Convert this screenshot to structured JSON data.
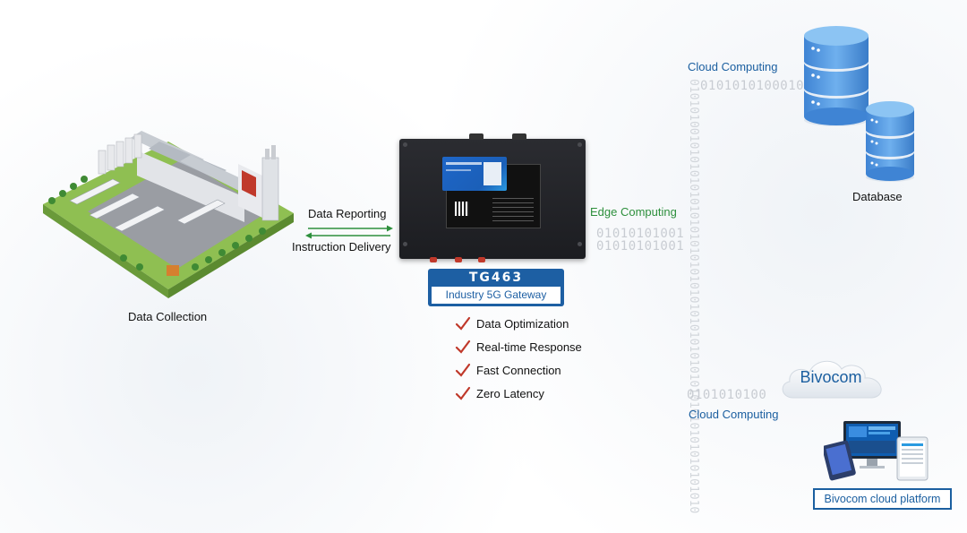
{
  "factory": {
    "caption": "Data Collection",
    "icon": "factory-icon"
  },
  "links": {
    "data_reporting": "Data Reporting",
    "instruction_delivery": "Instruction Delivery"
  },
  "gateway": {
    "model": "TG463",
    "subtitle": "Industry 5G Gateway",
    "features": [
      "Data Optimization",
      "Real-time Response",
      "Fast Connection",
      "Zero Latency"
    ]
  },
  "edge": {
    "label": "Edge Computing",
    "binary_1": "01010101001",
    "binary_2": "01010101001"
  },
  "cloud_top": {
    "label": "Cloud Computing",
    "binary_h": "0101010100010",
    "binary_v": "01010100101010101010101010101010101010101010101010101010101010"
  },
  "database": {
    "label": "Database"
  },
  "cloud_bottom": {
    "label": "Cloud Computing",
    "binary_h": "0101010100",
    "brand": "Bivocom"
  },
  "platform": {
    "label": "Bivocom cloud platform"
  },
  "colors": {
    "accent_blue": "#1d5fa3",
    "edge_green": "#2d8f3c",
    "check_red": "#c0392b",
    "db_blue": "#4a8fd8"
  }
}
